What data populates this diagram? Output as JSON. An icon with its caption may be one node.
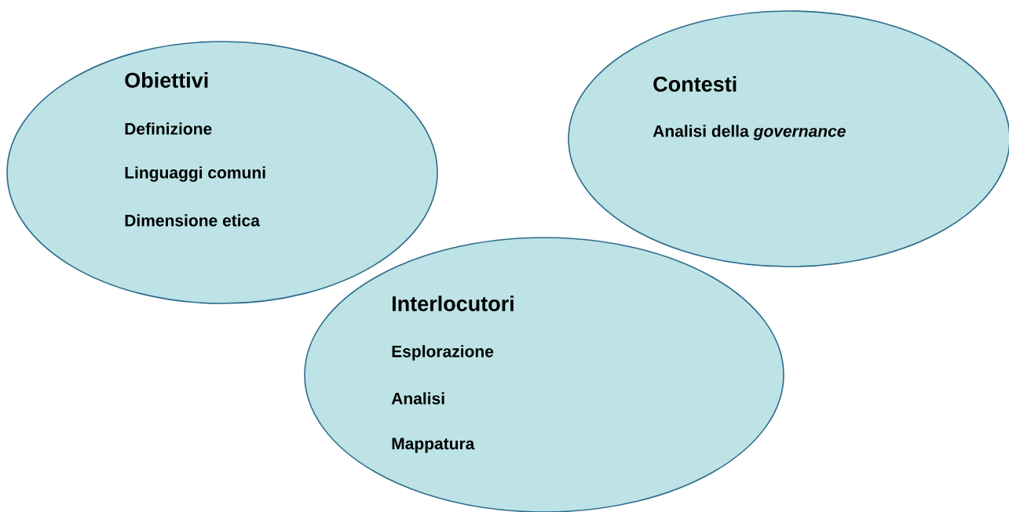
{
  "diagram": {
    "nodes": [
      {
        "text": [
          "Obiettivi",
          "Definizione",
          "Linguaggi comuni",
          "Dimensione etica"
        ]
      },
      {
        "text": [
          "Contesti",
          "Analisi della *governance*"
        ]
      },
      {
        "text": [
          "Interlocutori",
          "Esplorazione",
          "Analisi",
          "Mappatura"
        ]
      }
    ]
  }
}
